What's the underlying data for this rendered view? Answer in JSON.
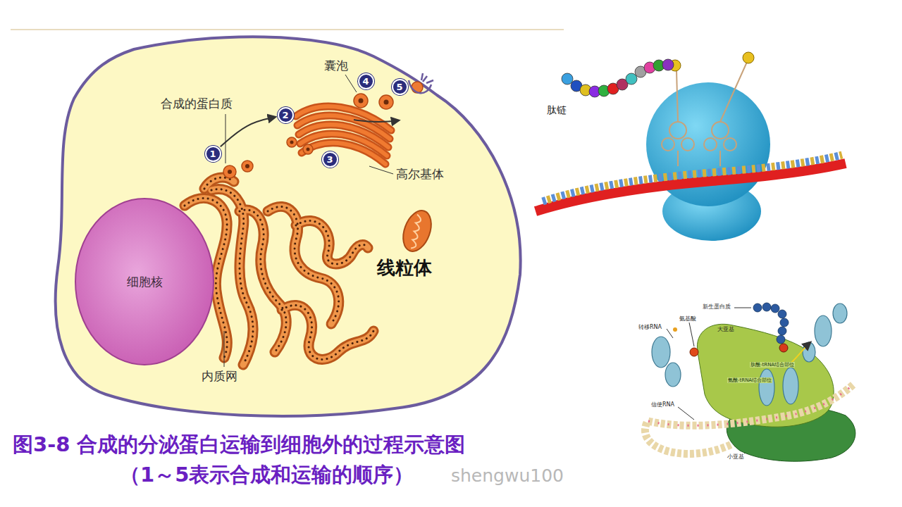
{
  "diagram": {
    "caption": "图3-8 合成的分泌蛋白运输到细胞外的过程示意图",
    "nodes": [
      {
        "text": [
          "1"
        ]
      },
      {
        "text": [
          "2"
        ]
      },
      {
        "text": [
          "3"
        ]
      },
      {
        "text": [
          "4"
        ]
      },
      {
        "text": [
          "5"
        ]
      },
      {
        "text": [
          "细胞核"
        ]
      }
    ],
    "edges": [
      {
        "from": 0,
        "to": 1,
        "arrow": "to"
      }
    ],
    "labels": [
      "合成的蛋白质",
      "囊泡",
      "高尔基体",
      "内质网",
      "线粒体",
      "（1～5表示合成和运输的顺序）",
      "shengwu100",
      "肽链",
      "新生蛋白质",
      "转移RNA",
      "氨基酸",
      "大亚基",
      "肽酰-tRNA结合部位",
      "氨酰-tRNA结合部位",
      "信使RNA",
      "小亚基"
    ]
  }
}
